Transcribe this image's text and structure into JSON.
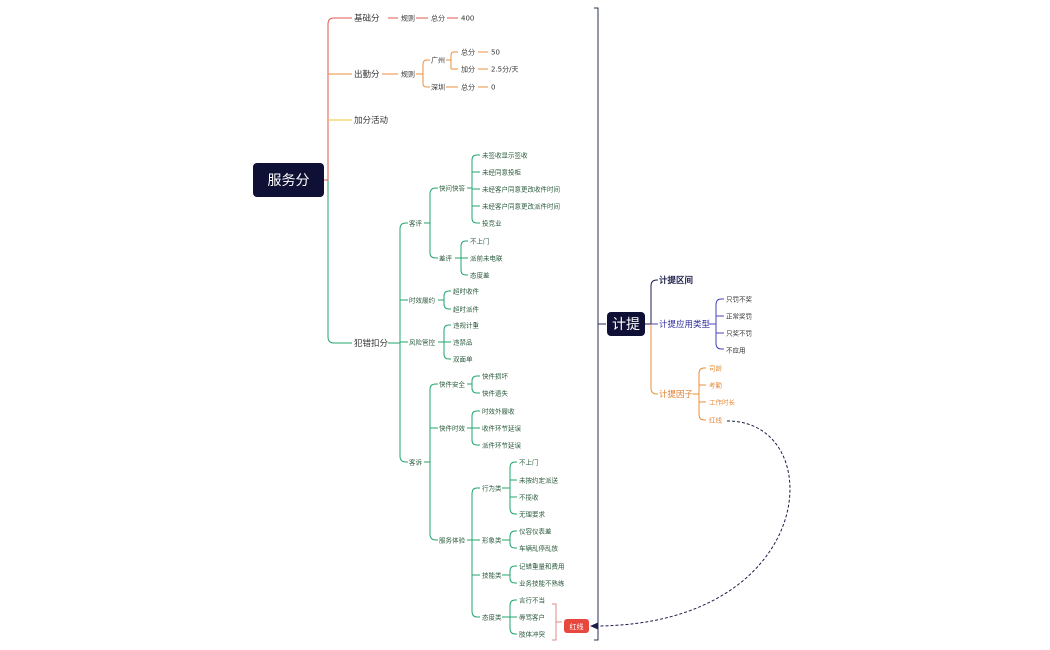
{
  "colors": {
    "root_bg": "#0e1035",
    "red": "#e15a4f",
    "orange": "#e8913a",
    "yellow": "#ecc83a",
    "green": "#23a56f",
    "purple": "#4a45b8",
    "bracket": "#2a2d55",
    "tag": "#e7473c",
    "tag_bracket": "#e38a8a"
  },
  "left": {
    "root": "服务分",
    "jichu": {
      "label": "基础分",
      "guize": "规则",
      "zongfen": "总分",
      "value": "400"
    },
    "chuqin": {
      "label": "出勤分",
      "guize": "规则",
      "guangzhou": {
        "label": "广州",
        "zongfen": "总分",
        "zong_val": "50",
        "jiafen": "加分",
        "jia_val": "2.5分/天"
      },
      "shenzhen": {
        "label": "深圳",
        "zongfen": "总分",
        "zong_val": "0"
      }
    },
    "jiafen_huodong": "加分活动",
    "fancuo": {
      "label": "犯错扣分",
      "kepin": {
        "label": "客评",
        "kuaijian": {
          "label": "快问快答",
          "items": [
            "未签收显示签收",
            "未经同意投柜",
            "未经客户同意更改收件时间",
            "未经客户同意更改派件时间",
            "投竞业"
          ]
        },
        "chaping": {
          "label": "差评",
          "items": [
            "不上门",
            "派前未电联",
            "态度差"
          ]
        }
      },
      "shixiao": {
        "label": "时效履约",
        "items": [
          "超时收件",
          "超时派件"
        ]
      },
      "fengkong": {
        "label": "风险管控",
        "items": [
          "违规计重",
          "违禁品",
          "双面单"
        ]
      },
      "kesu": {
        "label": "客诉",
        "anquan": {
          "label": "快件安全",
          "items": [
            "快件损坏",
            "快件遗失"
          ]
        },
        "shixiao": {
          "label": "快件时效",
          "items": [
            "时效外履收",
            "收件环节延误",
            "派件环节延误"
          ]
        },
        "fuwu": {
          "label": "服务体验",
          "xingwei": {
            "label": "行为类",
            "items": [
              "不上门",
              "未按约定派送",
              "不揽收",
              "无理要求"
            ]
          },
          "xingxiang": {
            "label": "形象类",
            "items": [
              "仪容仪表差",
              "车辆乱停乱放"
            ]
          },
          "jineng": {
            "label": "技能类",
            "items": [
              "记错重量和费用",
              "业务技能不熟练"
            ]
          },
          "taidu": {
            "label": "态度类",
            "items": [
              "言行不当",
              "辱骂客户",
              "肢体冲突"
            ]
          }
        }
      }
    },
    "hongxian_tag": "红线"
  },
  "right": {
    "root": "计提",
    "qujian": "计提区间",
    "leixing": {
      "label": "计提应用类型",
      "items": [
        "只罚不奖",
        "正常奖罚",
        "只奖不罚",
        "不应用"
      ]
    },
    "yinzi": {
      "label": "计提因子",
      "items": [
        "司龄",
        "考勤",
        "工作时长",
        "红线"
      ]
    }
  }
}
